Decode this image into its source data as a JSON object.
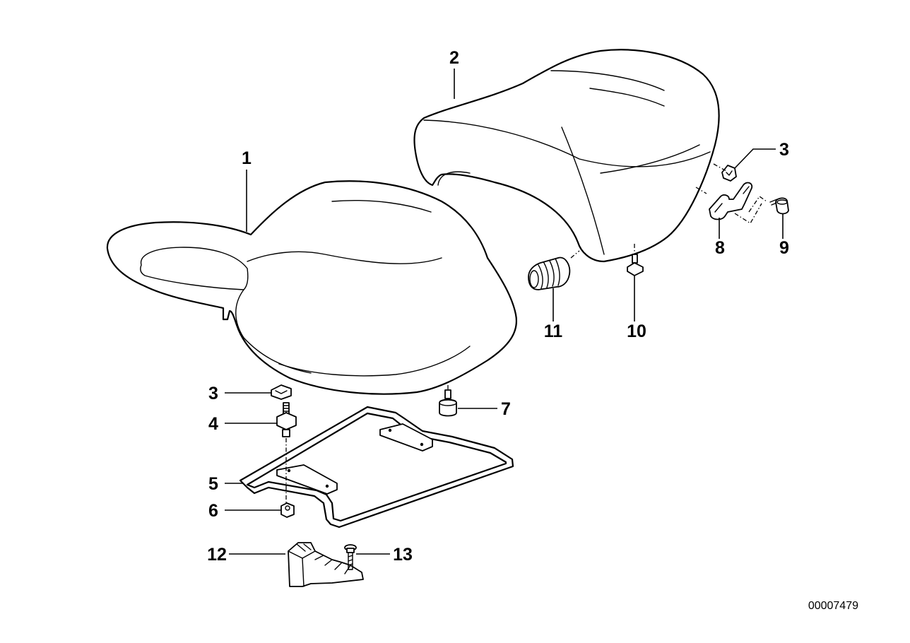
{
  "diagram": {
    "drawing_number": "00007479",
    "callouts": {
      "c1": "1",
      "c2": "2",
      "c3a": "3",
      "c3b": "3",
      "c4": "4",
      "c5": "5",
      "c6": "6",
      "c7": "7",
      "c8": "8",
      "c9": "9",
      "c10": "10",
      "c11": "11",
      "c12": "12",
      "c13": "13"
    }
  }
}
